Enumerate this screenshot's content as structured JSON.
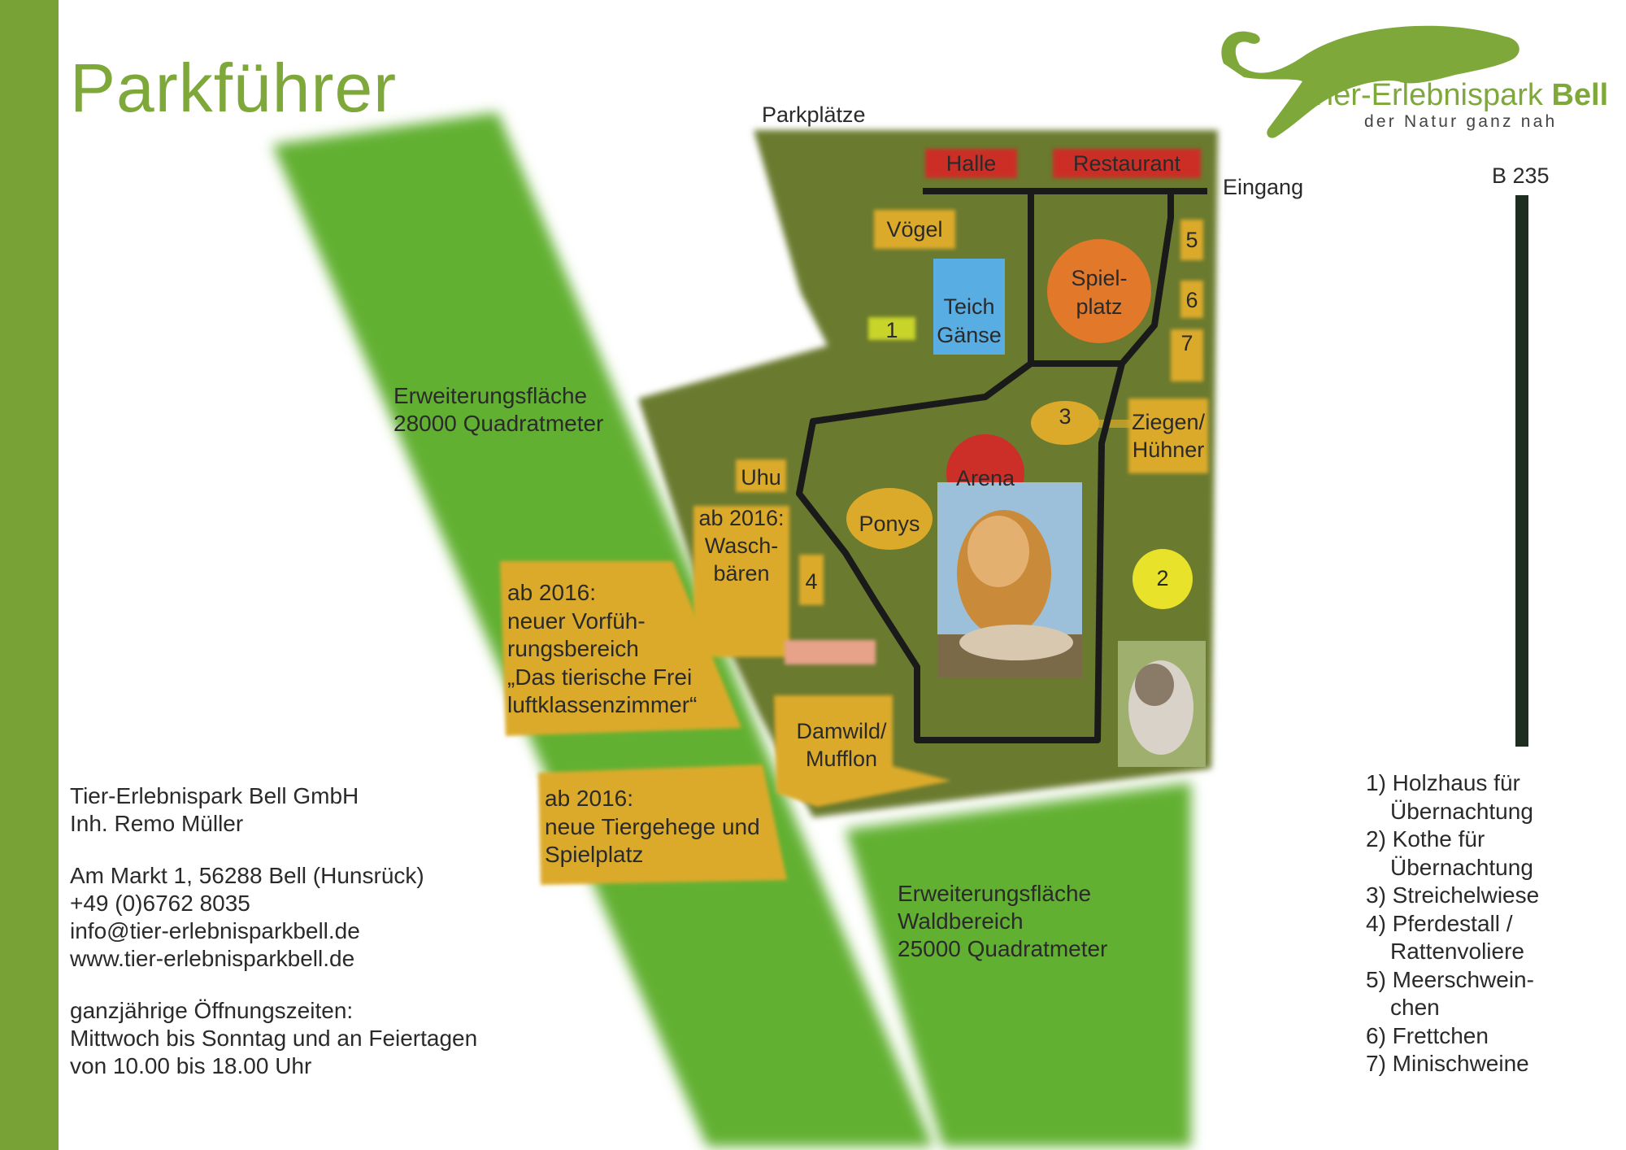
{
  "title": "Parkführer",
  "logo": {
    "name_regular": "Tier-Erlebnispark ",
    "name_bold": "Bell",
    "tagline": "der Natur ganz nah"
  },
  "map_labels": {
    "parking": "Parkplätze",
    "entrance": "Eingang",
    "road": "B 235",
    "hall": "Halle",
    "restaurant": "Restaurant",
    "birds": "Vögel",
    "pond_line1": "Teich",
    "pond_line2": "Gänse",
    "playground_line1": "Spiel-",
    "playground_line2": "platz",
    "arena": "Arena",
    "ponies": "Ponys",
    "owl": "Uhu",
    "raccoons_line1": "ab 2016:",
    "raccoons_line2": "Wasch-",
    "raccoons_line3": "bären",
    "goats_line1": "Ziegen/",
    "goats_line2": "Hühner",
    "deer_line1": "Damwild/",
    "deer_line2": "Mufflon",
    "marker_1": "1",
    "marker_2": "2",
    "marker_3": "3",
    "marker_4": "4",
    "marker_5": "5",
    "marker_6": "6",
    "marker_7": "7"
  },
  "expansion_areas": {
    "west_line1": "Erweiterungsfläche",
    "west_line2": "28000 Quadratmeter",
    "forest_line1": "Erweiterungsfläche",
    "forest_line2": "Waldbereich",
    "forest_line3": "25000 Quadratmeter",
    "demo_line1": "ab 2016:",
    "demo_line2": "neuer Vorfüh-",
    "demo_line3": "rungsbereich",
    "demo_line4": "„Das tierische Frei",
    "demo_line5": "luftklassenzimmer“",
    "new_line1": "ab 2016:",
    "new_line2": "neue Tiergehege und",
    "new_line3": "Spielplatz"
  },
  "contact": {
    "company": "Tier-Erlebnispark Bell GmbH",
    "owner": "Inh. Remo Müller",
    "address": "Am Markt 1, 56288 Bell (Hunsrück)",
    "phone": "+49 (0)6762 8035",
    "email": "info@tier-erlebnisparkbell.de",
    "website": "www.tier-erlebnisparkbell.de",
    "hours_heading": "ganzjährige Öffnungszeiten:",
    "hours_days": "Mittwoch bis Sonntag und an Feiertagen",
    "hours_time": "von 10.00 bis 18.00 Uhr"
  },
  "legend": [
    {
      "line1": "1) Holzhaus für",
      "line2": "Übernachtung"
    },
    {
      "line1": "2) Kothe für",
      "line2": "Übernachtung"
    },
    {
      "line1": "3) Streichelwiese"
    },
    {
      "line1": "4) Pferdestall /",
      "line2": "Rattenvoliere"
    },
    {
      "line1": "5) Meerschwein-",
      "line2": "chen"
    },
    {
      "line1": "6) Frettchen"
    },
    {
      "line1": "7) Minischweine"
    }
  ],
  "colors": {
    "accent_green": "#7ea83a",
    "expansion_green": "#62b032",
    "park_olive": "#6b7a2e",
    "enclosure_orange": "#dcaa2a",
    "building_red": "#cc2f28",
    "pond_blue": "#58aee2",
    "playground_orange": "#e2782a",
    "path_dark": "#1a1a1a"
  },
  "images": {
    "tiger": "tiger-photo",
    "husky": "husky-photo"
  }
}
